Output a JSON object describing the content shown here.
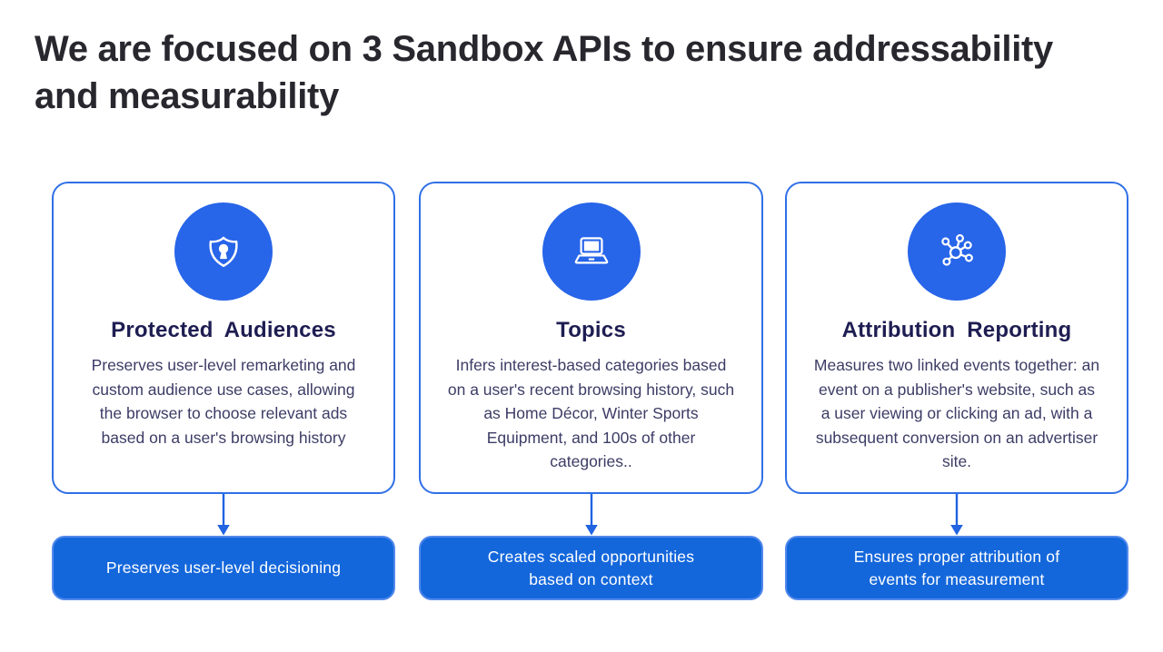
{
  "slide": {
    "title": "We are focused on 3 Sandbox APIs to ensure addressability and measurability"
  },
  "colors": {
    "icon_circle_blue": "#2765e9",
    "card_border_blue": "#3070e6",
    "button_fill_blue": "#1467db",
    "button_border_blue": "#5289ec",
    "arrow_blue": "#2163e0",
    "heading_text": "#28272e",
    "card_title_text": "#1e1d52",
    "body_text": "#3c3c66"
  },
  "cards": [
    {
      "icon": "shield-keyhole-icon",
      "title": "Protected Audiences",
      "description": "Preserves user-level remarketing and custom audience use cases, allowing the browser to choose relevant ads based on a user's browsing history",
      "button_label": "Preserves user-level decisioning"
    },
    {
      "icon": "laptop-icon",
      "title": "Topics",
      "description": "Infers interest-based categories based on a user's recent browsing history, such as Home Décor, Winter Sports Equipment, and 100s of other categories..",
      "button_label": "Creates scaled opportunities based on context"
    },
    {
      "icon": "network-nodes-icon",
      "title": "Attribution Reporting",
      "description": "Measures two linked events together: an event on a publisher's website, such as a user viewing or clicking an ad, with a subsequent conversion on an advertiser site.",
      "button_label": "Ensures proper attribution of events for measurement"
    }
  ]
}
